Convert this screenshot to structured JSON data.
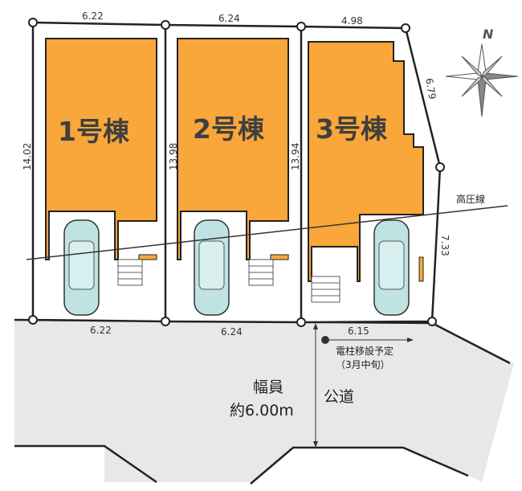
{
  "buildings": [
    {
      "label": "1号棟"
    },
    {
      "label": "2号棟"
    },
    {
      "label": "3号棟"
    }
  ],
  "dimensions": {
    "top": [
      "6.22",
      "6.24",
      "4.98"
    ],
    "bottom": [
      "6.22",
      "6.24",
      "6.15"
    ],
    "left": [
      "14.02",
      "13.98",
      "13.94"
    ],
    "right": [
      "6.79",
      "7.33"
    ]
  },
  "power_line_label": "高圧線",
  "compass_label": "N",
  "pole_note": {
    "line1": "電柱移設予定",
    "line2": "（3月中旬）"
  },
  "road": {
    "width_label": "幅員",
    "width_value": "約6.00m",
    "type": "公道"
  },
  "colors": {
    "building": "#f9a73a",
    "road": "#e8e8e8",
    "car": "#bfe3e3"
  }
}
